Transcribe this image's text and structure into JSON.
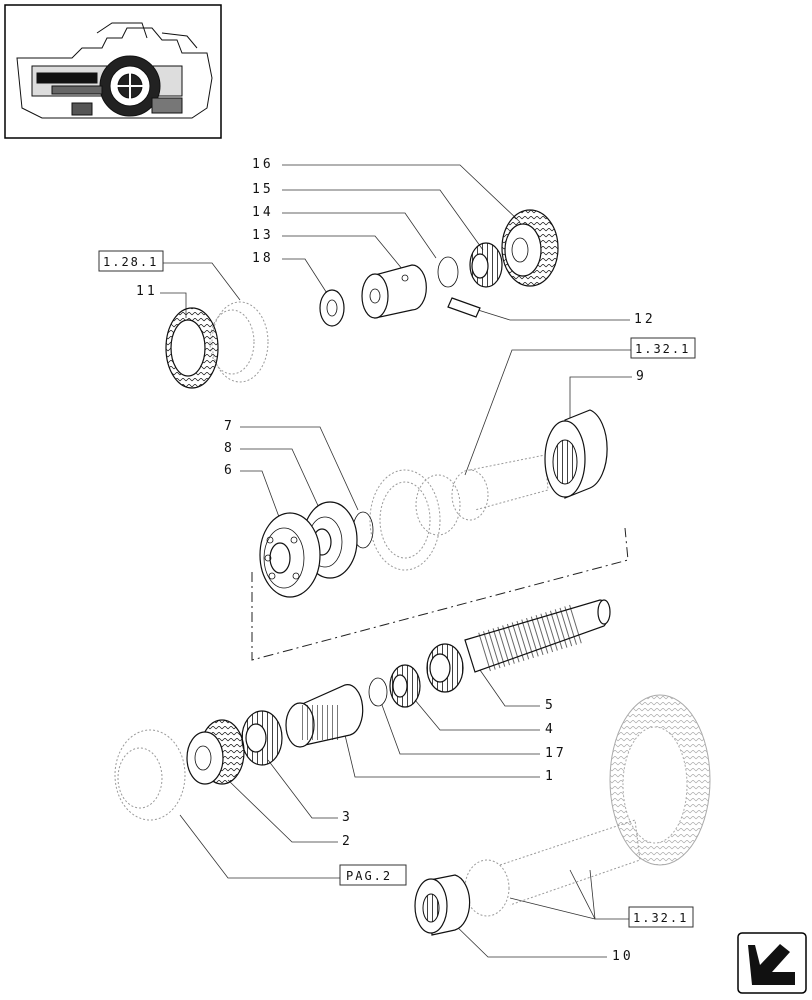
{
  "callouts": [
    {
      "id": "16",
      "label": "16"
    },
    {
      "id": "15",
      "label": "15"
    },
    {
      "id": "14",
      "label": "14"
    },
    {
      "id": "13",
      "label": "13"
    },
    {
      "id": "18",
      "label": "18"
    },
    {
      "id": "11",
      "label": "11"
    },
    {
      "id": "12",
      "label": "12"
    },
    {
      "id": "9",
      "label": "9"
    },
    {
      "id": "7",
      "label": "7"
    },
    {
      "id": "8",
      "label": "8"
    },
    {
      "id": "6",
      "label": "6"
    },
    {
      "id": "5",
      "label": "5"
    },
    {
      "id": "4",
      "label": "4"
    },
    {
      "id": "17",
      "label": "17"
    },
    {
      "id": "1",
      "label": "1"
    },
    {
      "id": "3",
      "label": "3"
    },
    {
      "id": "2",
      "label": "2"
    },
    {
      "id": "10",
      "label": "10"
    }
  ],
  "references": {
    "ref_128": "1.28.1",
    "ref_132_top": "1.32.1",
    "ref_132_bottom": "1.32.1",
    "ref_pag2": "PAG.2"
  },
  "icons": {
    "thumbnail": "tractor-transmission-thumbnail",
    "nav": "next-page-arrow-icon"
  }
}
